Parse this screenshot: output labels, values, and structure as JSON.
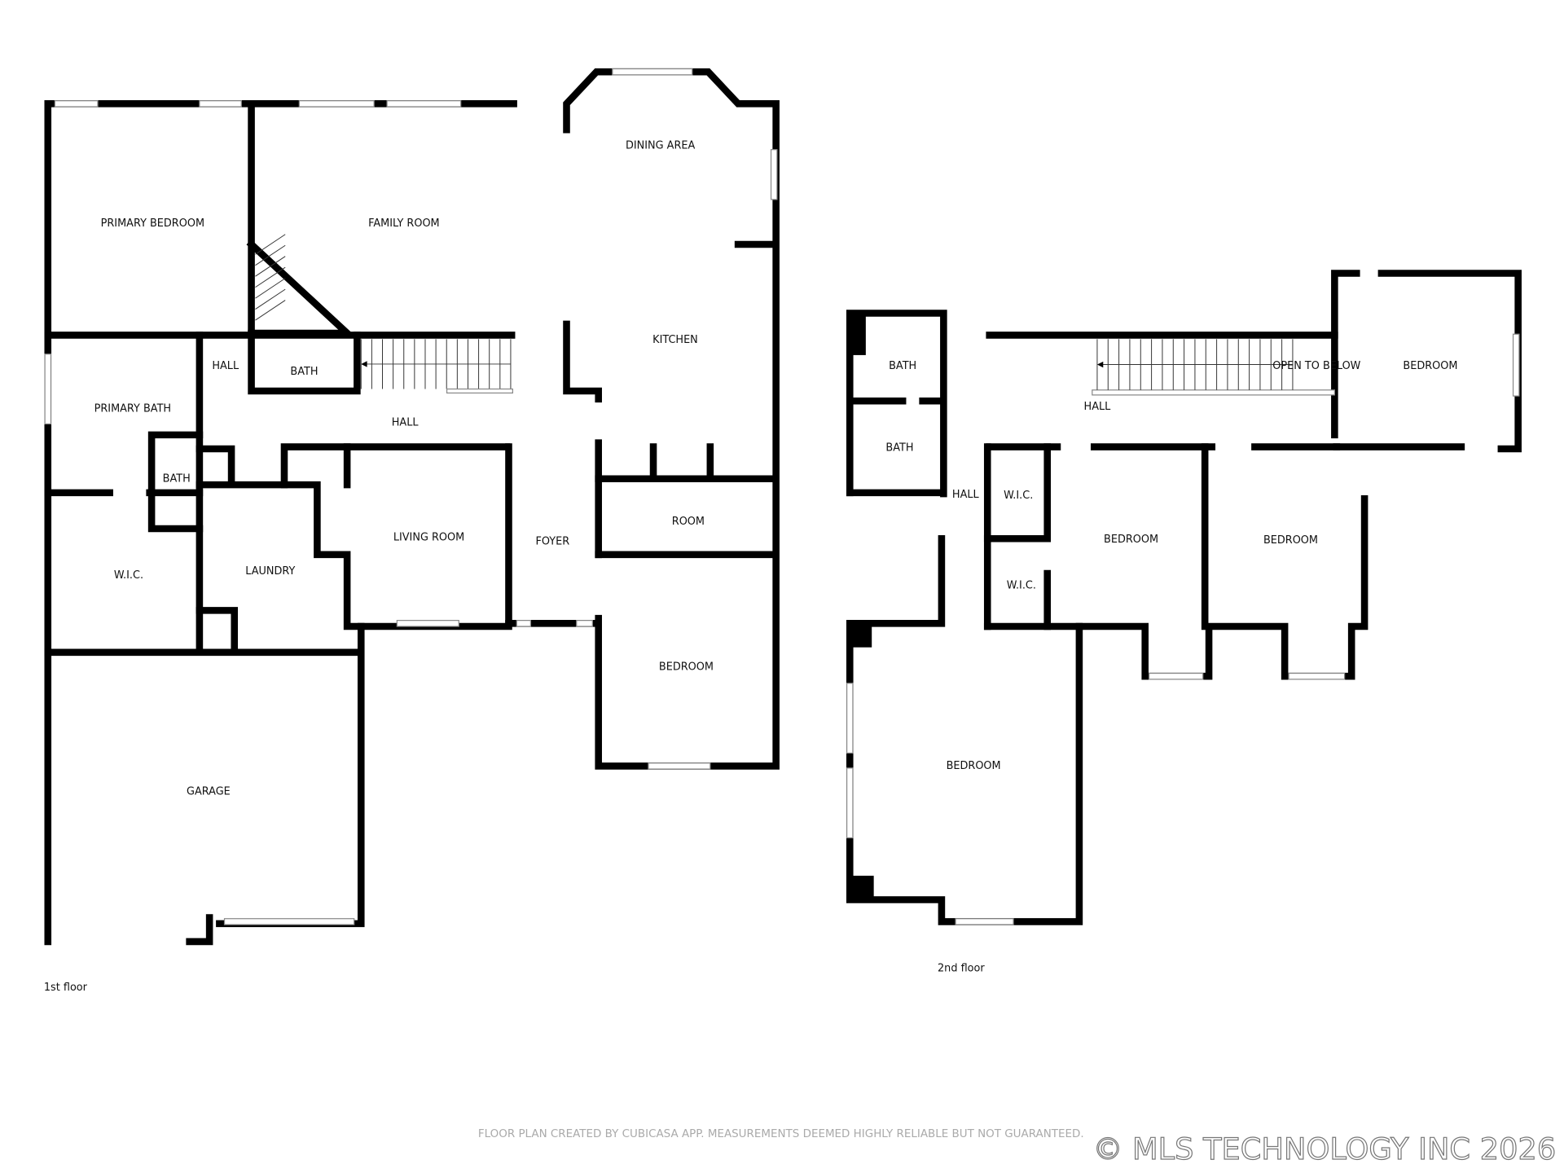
{
  "floor1": {
    "label": "1st floor",
    "rooms": {
      "primary_bedroom": "PRIMARY BEDROOM",
      "family_room": "FAMILY ROOM",
      "dining_area": "DINING AREA",
      "kitchen": "KITCHEN",
      "hall_a": "HALL",
      "bath_a": "BATH",
      "hall_b": "HALL",
      "primary_bath": "PRIMARY BATH",
      "bath_b": "BATH",
      "wic": "W.I.C.",
      "laundry": "LAUNDRY",
      "living_room": "LIVING ROOM",
      "foyer": "FOYER",
      "room": "ROOM",
      "bedroom": "BEDROOM",
      "garage": "GARAGE"
    }
  },
  "floor2": {
    "label": "2nd floor",
    "rooms": {
      "bath_a": "BATH",
      "bath_b": "BATH",
      "hall_top": "HALL",
      "open_to_below": "OPEN TO BELOW",
      "bedroom_ne": "BEDROOM",
      "hall_side": "HALL",
      "wic_a": "W.I.C.",
      "wic_b": "W.I.C.",
      "bedroom_mid": "BEDROOM",
      "bedroom_right": "BEDROOM",
      "bedroom_large": "BEDROOM"
    }
  },
  "disclaimer": "FLOOR PLAN CREATED BY CUBICASA APP. MEASUREMENTS DEEMED HIGHLY RELIABLE BUT NOT GUARANTEED.",
  "watermark": "© MLS TECHNOLOGY INC 2026"
}
